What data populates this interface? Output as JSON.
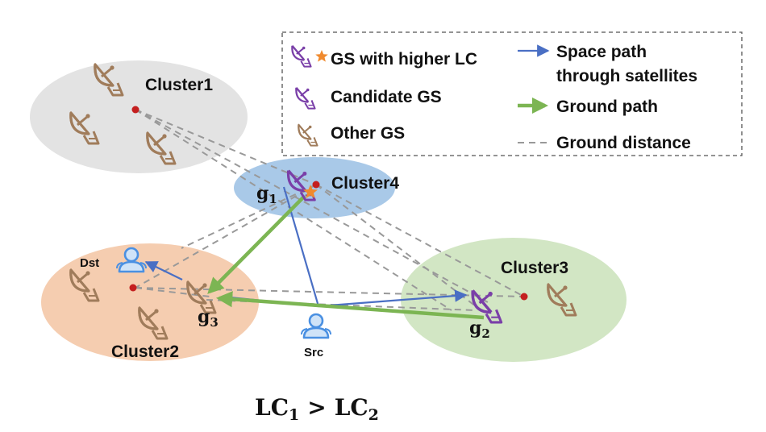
{
  "diagram": {
    "clusters": [
      {
        "id": "c1",
        "label": "Cluster1",
        "fill": "#e3e3e3"
      },
      {
        "id": "c2",
        "label": "Cluster2",
        "fill": "#f5cdb0"
      },
      {
        "id": "c3",
        "label": "Cluster3",
        "fill": "#d2e6c4"
      },
      {
        "id": "c4",
        "label": "Cluster4",
        "fill": "#a9c9e8"
      }
    ],
    "nodes": {
      "g1": {
        "base": "g",
        "sub": "1"
      },
      "g2": {
        "base": "g",
        "sub": "2"
      },
      "g3": {
        "base": "g",
        "sub": "3"
      },
      "dst": "Dst",
      "src": "Src"
    },
    "legend": {
      "higher_lc": "GS with higher LC",
      "candidate": "Candidate GS",
      "other": "Other GS",
      "space_path_line1": "Space path",
      "space_path_line2": "through satellites",
      "ground_path": "Ground path",
      "ground_distance": "Ground distance"
    },
    "formula": {
      "lhs": "LC",
      "lhs_sub": "1",
      "op": ">",
      "rhs": "LC",
      "rhs_sub": "2"
    },
    "colors": {
      "space_path": "#4a6fc4",
      "ground_path": "#7cb553",
      "ground_distance": "#999999",
      "candidate_gs": "#7a3fa8",
      "other_gs": "#a07c5b",
      "star": "#f08a2e",
      "center_dot": "#c41f1f",
      "user": "#4a90e2"
    }
  }
}
